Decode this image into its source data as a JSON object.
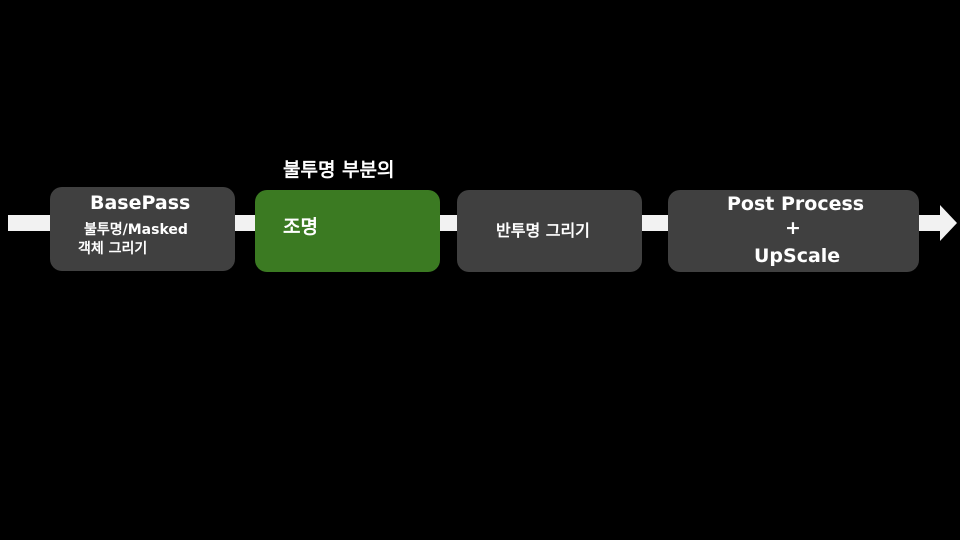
{
  "colors": {
    "background": "#000000",
    "arrow": "#f2f2f2",
    "stage": "#404040",
    "highlight_stage": "#3b7a22",
    "text": "#ffffff"
  },
  "caption": "불투명 부분의",
  "stages": [
    {
      "title": "BasePass",
      "lines": [
        "불투명/Masked",
        "객체 그리기"
      ]
    },
    {
      "label": "조명",
      "highlighted": true
    },
    {
      "label": "반투명 그리기"
    },
    {
      "lines": [
        "Post Process",
        "+",
        "UpScale"
      ]
    }
  ]
}
